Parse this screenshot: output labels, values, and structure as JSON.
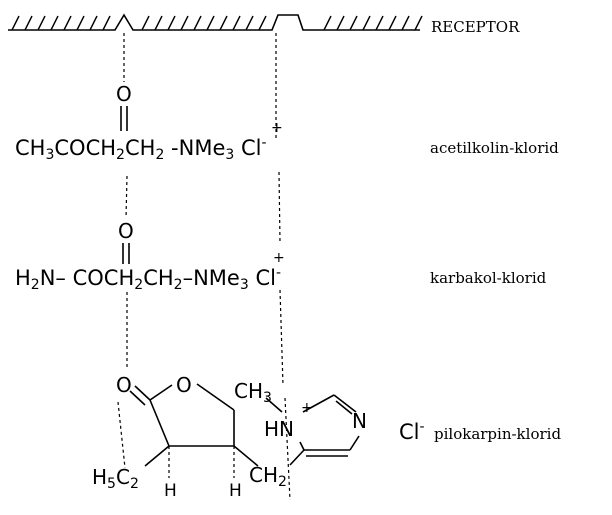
{
  "receptor": {
    "label": "RECEPTOR"
  },
  "molecules": [
    {
      "name": "acetilkolin-klorid",
      "oxygen": "O",
      "prefix": [
        "CH",
        "3",
        "COCH",
        "2",
        "CH",
        "2",
        " -",
        "N",
        "Me",
        "3",
        " Cl",
        "-"
      ],
      "charge": "+"
    },
    {
      "name": "karbakol-klorid",
      "oxygen": "O",
      "prefix": [
        "H",
        "2",
        "N– ",
        "COCH",
        "2",
        "CH",
        "2",
        "–",
        "N",
        "Me",
        "3",
        " Cl",
        "-"
      ],
      "charge": "+"
    },
    {
      "name": "pilokarpin-klorid",
      "ring_oxygen": "O",
      "carbonyl_oxygen": "O",
      "ethyl": [
        "H",
        "5",
        "C",
        "2"
      ],
      "h_left": "H",
      "h_right": "H",
      "methylene": [
        "CH",
        "2"
      ],
      "methyl": [
        "CH",
        "3"
      ],
      "imidazole_nh": [
        "H",
        "N"
      ],
      "imidazole_n": "N",
      "charge": "+",
      "counter_ion": [
        "Cl",
        "-"
      ]
    }
  ]
}
